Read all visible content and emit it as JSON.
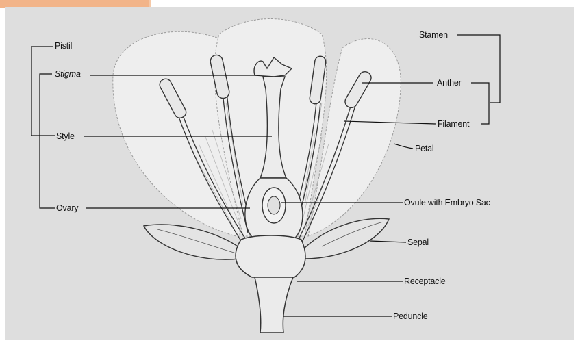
{
  "diagram": {
    "labels": {
      "pistil": "Pistil",
      "stigma": "Stigma",
      "style": "Style",
      "ovary": "Ovary",
      "stamen": "Stamen",
      "anther": "Anther",
      "filament": "Filament",
      "petal": "Petal",
      "ovule": "Ovule with Embryo Sac",
      "sepal": "Sepal",
      "receptacle": "Receptacle",
      "peduncle": "Peduncle"
    }
  }
}
